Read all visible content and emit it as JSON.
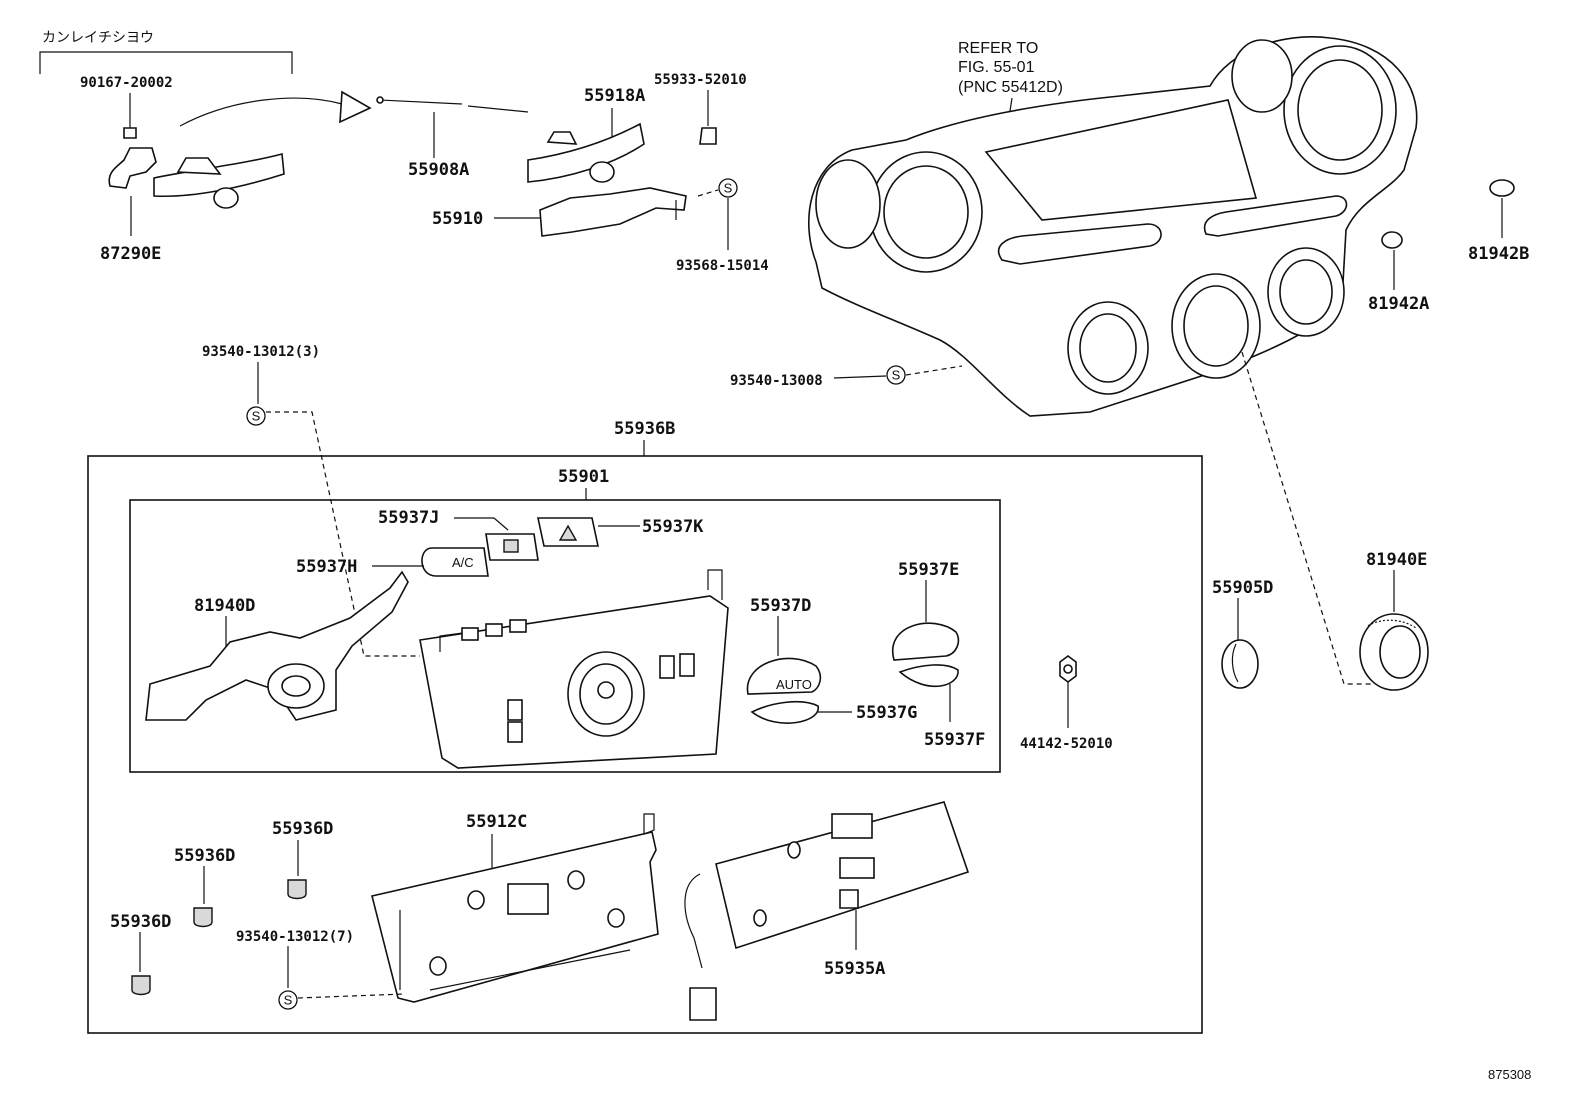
{
  "header_note": "カンレイチシヨウ",
  "figure_number": "875308",
  "refer_note": {
    "line1": "REFER TO",
    "line2": "FIG. 55-01",
    "line3": "(PNC 55412D)"
  },
  "symbol_s": "S",
  "parts": {
    "p90167_20002": "90167-20002",
    "p87290E": "87290E",
    "p55908A": "55908A",
    "p55918A": "55918A",
    "p55933_52010": "55933-52010",
    "p55910": "55910",
    "p93568_15014": "93568-15014",
    "p81942A": "81942A",
    "p81942B": "81942B",
    "p93540_13012_3": "93540-13012(3)",
    "p93540_13008": "93540-13008",
    "p55936B": "55936B",
    "p55901": "55901",
    "p55937J": "55937J",
    "p55937K": "55937K",
    "p55937H": "55937H",
    "p81940D": "81940D",
    "p55937D": "55937D",
    "p55937E": "55937E",
    "p55937G": "55937G",
    "p55937F": "55937F",
    "p44142_52010": "44142-52010",
    "p55905D": "55905D",
    "p81940E": "81940E",
    "p55912C": "55912C",
    "p55936D_a": "55936D",
    "p55936D_b": "55936D",
    "p55936D_c": "55936D",
    "p93540_13012_7": "93540-13012(7)",
    "p55935A": "55935A"
  },
  "knob_labels": {
    "ac": "A/C",
    "auto": "AUTO"
  }
}
